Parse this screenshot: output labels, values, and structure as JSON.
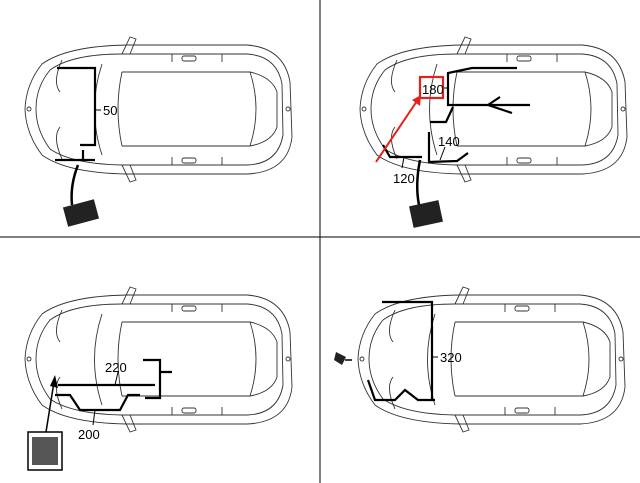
{
  "panels": [
    {
      "labels": [
        "50"
      ]
    },
    {
      "labels": [
        "180",
        "140",
        "120"
      ],
      "highlight": "180",
      "highlight_color": "#e8201c"
    },
    {
      "labels": [
        "220",
        "200"
      ]
    },
    {
      "labels": [
        "320"
      ]
    }
  ],
  "colors": {
    "line": "#000000",
    "divider": "#000000",
    "highlight": "#e8201c"
  }
}
